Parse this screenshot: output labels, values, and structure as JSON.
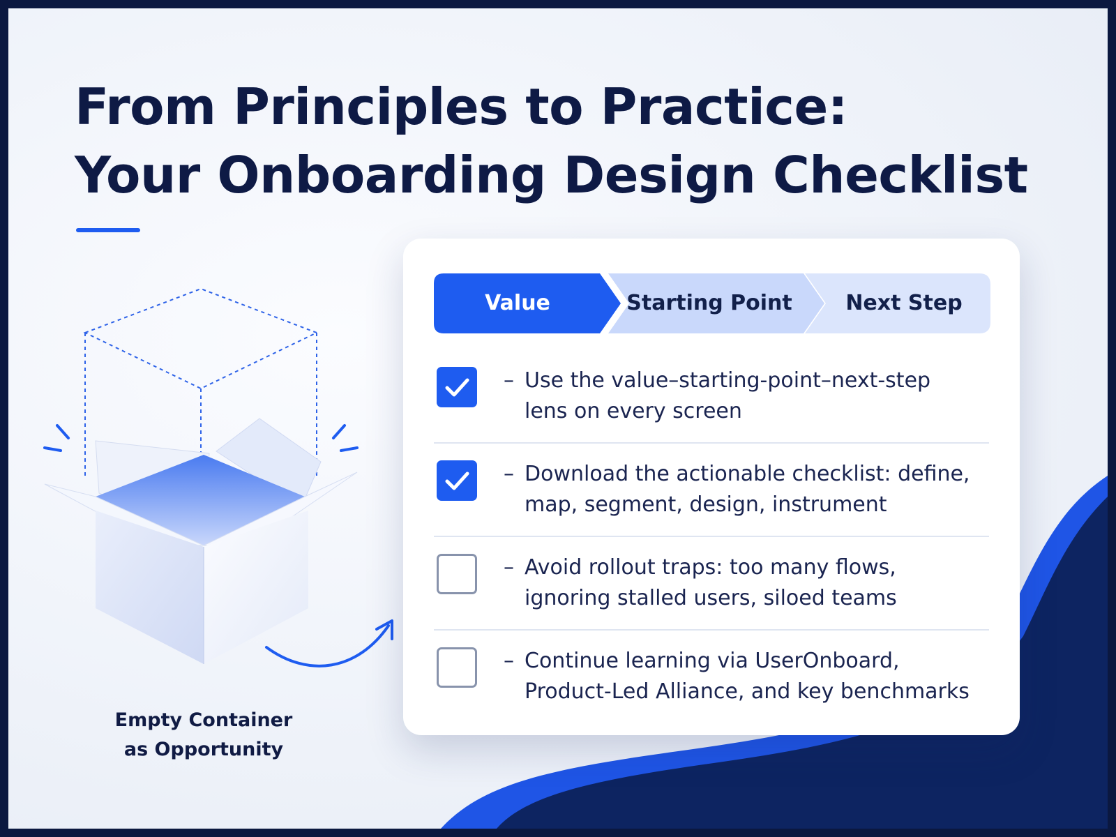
{
  "title": {
    "line1": "From Principles to Practice:",
    "line2": "Your Onboarding Design Checklist"
  },
  "colors": {
    "accent": "#1e5cf0",
    "navy": "#0b1840",
    "step_active": "#1e5cf0",
    "step_inactive_1": "#c9d8fb",
    "step_inactive_2": "#dbe5fc"
  },
  "illustration": {
    "icon": "open-box-icon",
    "caption_line1": "Empty Container",
    "caption_line2": "as Opportunity"
  },
  "stepper": {
    "steps": [
      {
        "label": "Value",
        "active": true
      },
      {
        "label": "Starting Point",
        "active": false
      },
      {
        "label": "Next Step",
        "active": false
      }
    ]
  },
  "checklist": {
    "items": [
      {
        "checked": true,
        "dash": "–",
        "line1": "Use the value–starting-point–next-step",
        "line2": "lens on every screen"
      },
      {
        "checked": true,
        "dash": "–",
        "line1": "Download the actionable checklist: define,",
        "line2": "map, segment, design, instrument"
      },
      {
        "checked": false,
        "dash": "–",
        "line1": "Avoid rollout traps: too many flows,",
        "line2": "ignoring stalled users, siloed teams"
      },
      {
        "checked": false,
        "dash": "–",
        "line1": "Continue learning via UserOnboard,",
        "line2": "Product-Led Alliance, and key benchmarks"
      }
    ]
  }
}
